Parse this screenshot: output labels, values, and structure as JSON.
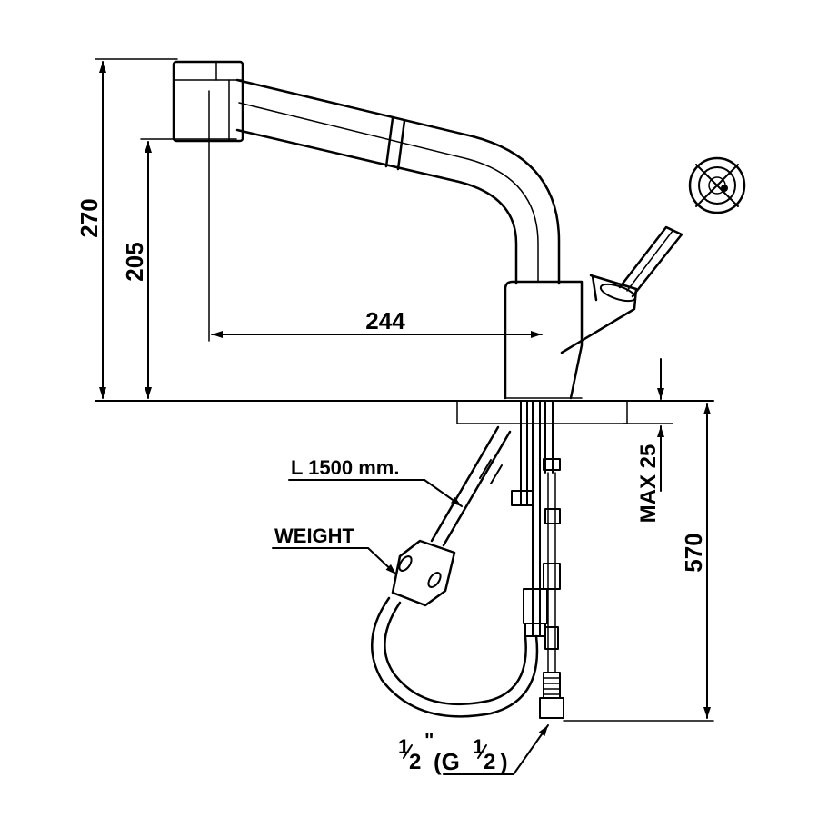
{
  "dimensions": {
    "total_height": "270",
    "spout_height": "205",
    "spout_reach": "244",
    "deck_thickness": "MAX 25",
    "below_deck": "570"
  },
  "labels": {
    "hose_length": "L 1500 mm.",
    "weight": "WEIGHT",
    "connection": "1/2\"(G1/2)",
    "conn_whole": "1",
    "conn_denom": "2",
    "conn_quote": "\"",
    "conn_open": "(G",
    "conn_inner_whole": "1",
    "conn_inner_denom": "2",
    "conn_close": ")"
  },
  "colors": {
    "line": "#000000",
    "background": "#ffffff"
  },
  "icons": {
    "aerator_symbol": "spray-aerator-icon"
  }
}
